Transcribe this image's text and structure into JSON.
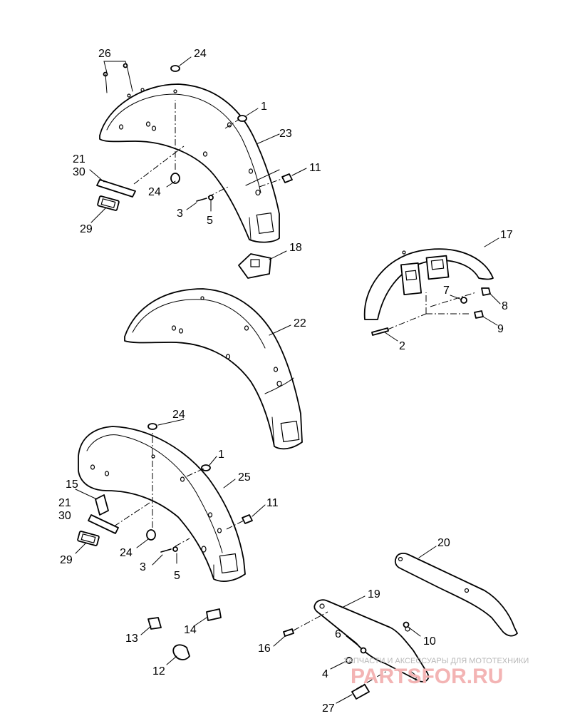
{
  "callouts": {
    "c1": "1",
    "c2": "2",
    "c3": "3",
    "c4": "4",
    "c5": "5",
    "c6": "6",
    "c7": "7",
    "c8": "8",
    "c9": "9",
    "c10": "10",
    "c11": "11",
    "c12": "12",
    "c13": "13",
    "c14": "14",
    "c15": "15",
    "c16": "16",
    "c17": "17",
    "c18": "18",
    "c19": "19",
    "c20": "20",
    "c21": "21",
    "c22": "22",
    "c23": "23",
    "c24": "24",
    "c25": "25",
    "c26": "26",
    "c27": "27",
    "c29": "29",
    "c30": "30"
  },
  "watermark": {
    "tagline": "ЗАПЧАСТИ И АКСЕССУАРЫ ДЛЯ МОТОТЕХНИКИ",
    "logo": "PARTSFOR.RU"
  },
  "colors": {
    "line": "#000000",
    "background": "#ffffff",
    "watermark_logo": "#f3b4b4",
    "watermark_text": "#b8b8b8"
  }
}
